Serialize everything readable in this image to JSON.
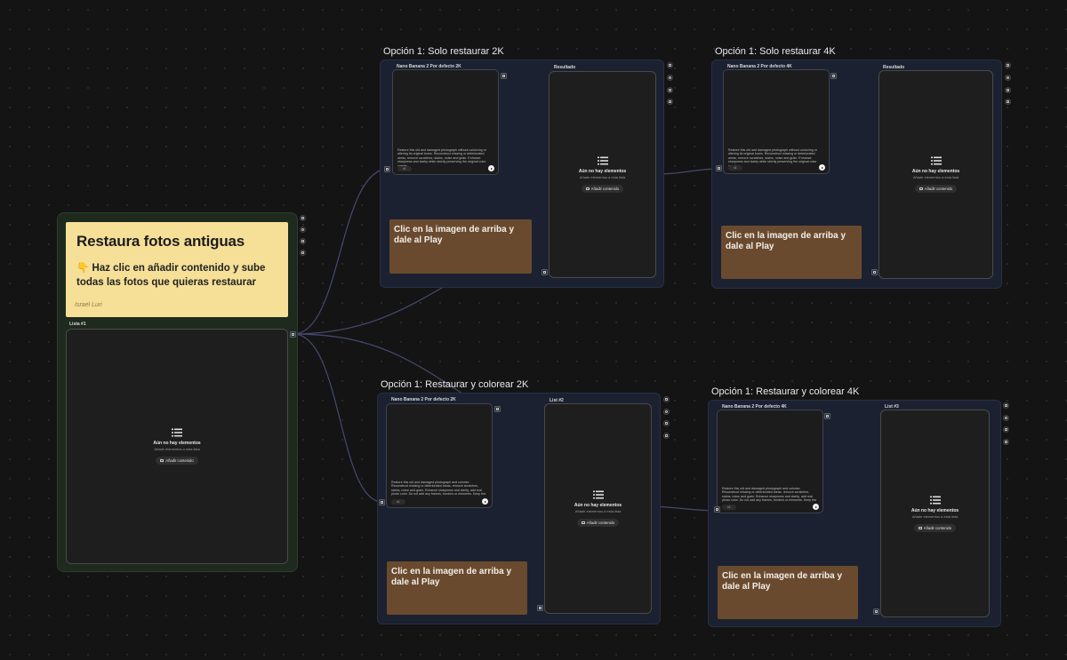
{
  "left": {
    "note_title": "Restaura fotos antiguas",
    "note_body": "👇 Haz clic en añadir contenido y sube todas las fotos que quieras restaurar",
    "note_author": "Israel Luri",
    "list_label": "Lista #1"
  },
  "empty_list": {
    "title": "Aún no hay elementos",
    "subtitle": "Añade elementos a esta lista",
    "button": "Añadir contenido"
  },
  "groups": [
    {
      "title": "Opción 1: Solo restaurar 2K",
      "model_label": "Nano Banana 2 Por defecto 2K",
      "prompt": "Restore this old and damaged photograph without colorizing or altering its original tones. Reconstruct missing or deteriorated areas, remove scratches, stains, noise and grain. Enhance sharpness and clarity while strictly preserving the original color palette",
      "pill": "x1",
      "result_label": "Resultado",
      "note": "Clic en la imagen de arriba y dale al Play"
    },
    {
      "title": "Opción 1: Solo restaurar 4K",
      "model_label": "Nano Banana 2 Por defecto 4K",
      "prompt": "Restore this old and damaged photograph without colorizing or altering its original tones. Reconstruct missing or deteriorated areas, remove scratches, stains, noise and grain. Enhance sharpness and clarity while strictly preserving the original color palette",
      "pill": "x1",
      "result_label": "Resultado",
      "note": "Clic en la imagen de arriba y dale al Play"
    },
    {
      "title": "Opción 1: Restaurar y colorear 2K",
      "model_label": "Nano Banana 2 Por defecto 2K",
      "prompt": "Restore this old and damaged photograph and colorize. Reconstruct missing or deteriorated areas, remove scratches, stains, noise and grain. Enhance sharpness and clarity, add real photo color. Do not add any frames, borders or elements. Keep the",
      "pill": "x1",
      "result_label": "List #2",
      "note": "Clic en la imagen de arriba y dale al Play"
    },
    {
      "title": "Opción 1: Restaurar y colorear 4K",
      "model_label": "Nano Banana 2 Por defecto 4K",
      "prompt": "Restore this old and damaged photograph and colorize. Reconstruct missing or deteriorated areas, remove scratches, stains, noise and grain. Enhance sharpness and clarity, add real photo color. Do not add any frames, borders or elements. Keep the",
      "pill": "x1",
      "result_label": "List #3",
      "note": "Clic en la imagen de arriba y dale al Play"
    }
  ],
  "icons": {
    "side_toolbar": [
      "image-icon",
      "rotate-icon",
      "copy-icon",
      "more-icon"
    ],
    "list": "list-icon",
    "handle": "image-handle-icon",
    "play": "play-icon"
  },
  "colors": {
    "canvas_bg": "#141414",
    "note_yellow": "#f6df97",
    "note_brown": "#6a4a2e",
    "group_blue": "#1b2130",
    "group_green": "#1e2a1e",
    "wire": "#4b5078"
  }
}
